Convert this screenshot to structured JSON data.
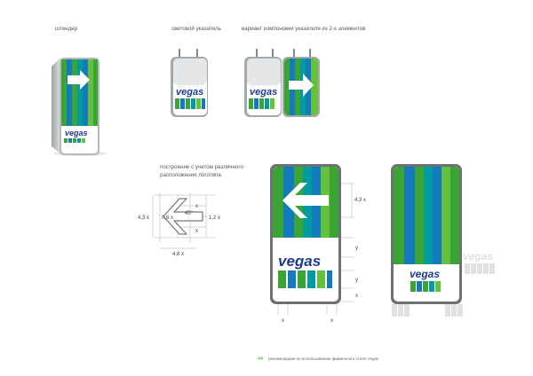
{
  "captions": {
    "stand": "штендер",
    "light_sign": "световой указатель",
    "two_element": "вариант компоновки указателя из 2-х элементов",
    "construction_line1": "построение с учетом различного",
    "construction_line2": "расположения логотипа"
  },
  "logo_text": "vegas",
  "dimensions": {
    "arrow_height": "4,3 x",
    "arrow_inner": "0,6 x",
    "arrow_right": "1,2 x",
    "arrow_width": "4,8 x",
    "x": "x",
    "y": "y",
    "big_sign_top": "4,3 x",
    "angle": "45°"
  },
  "footer": {
    "page_number": "44",
    "text": "рекомендации по использованию фирменного стиля Vegas"
  },
  "colors": {
    "green": "#3aa535",
    "blue": "#1479bd",
    "teal": "#009aa3",
    "light_green": "#66c13a",
    "gray_ghost": "#c9c9c9"
  }
}
